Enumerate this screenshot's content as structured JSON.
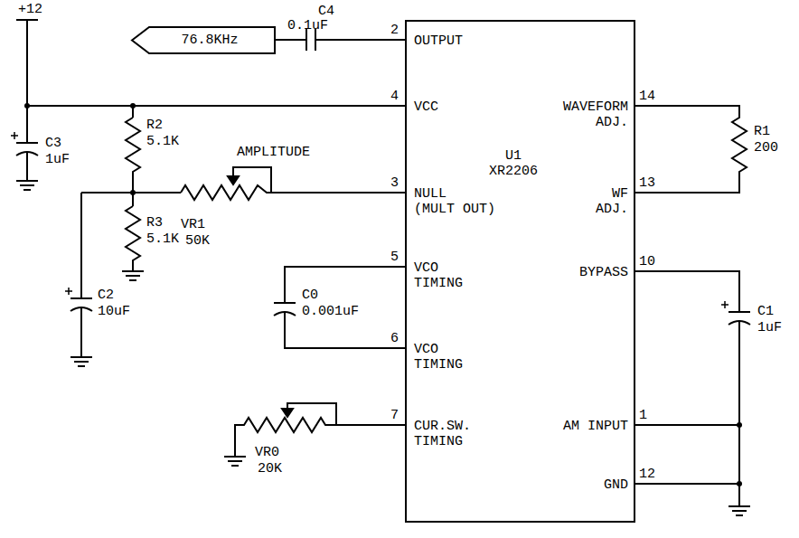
{
  "diagram": {
    "nodes": [
      {
        "text": [
          "76.8KHz"
        ]
      },
      {
        "text": [
          "OUTPUT",
          "VCC",
          "NULL",
          "(MULT OUT)",
          "VCO TIMING",
          "VCO TIMING",
          "CUR.SW. TIMING",
          "U1 XR2206",
          "WAVEFORM ADJ.",
          "WF ADJ.",
          "BYPASS",
          "AM INPUT",
          "GND"
        ]
      }
    ],
    "labels": [
      "+12",
      "C4",
      "0.1uF",
      "C3",
      "1uF",
      "R2",
      "5.1K",
      "R3",
      "5.1K",
      "AMPLITUDE",
      "VR1",
      "50K",
      "C2",
      "10uF",
      "C0",
      "0.001uF",
      "VR0",
      "20K",
      "R1",
      "200",
      "C1",
      "1uF",
      "2",
      "4",
      "3",
      "5",
      "6",
      "7",
      "14",
      "13",
      "10",
      "1",
      "12"
    ]
  }
}
